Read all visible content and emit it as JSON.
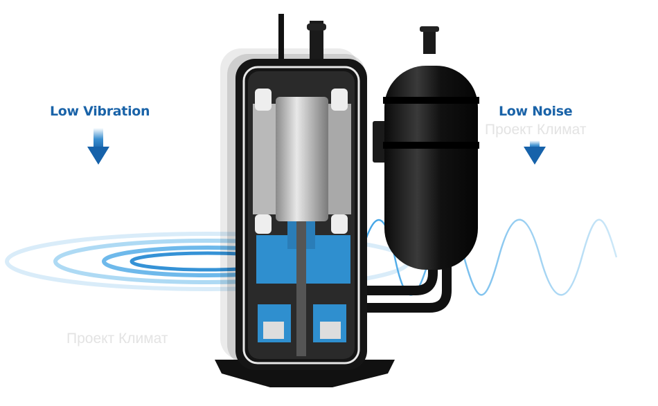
{
  "labels": {
    "left": "Low Vibration",
    "right": "Low Noise"
  },
  "watermark": "Проект Климат",
  "colors": {
    "label": "#1a63a8",
    "arrow": "#1b6bb5",
    "wave": "#7fc3ee",
    "body": "#151515",
    "internal_blue": "#2f8fcf"
  }
}
